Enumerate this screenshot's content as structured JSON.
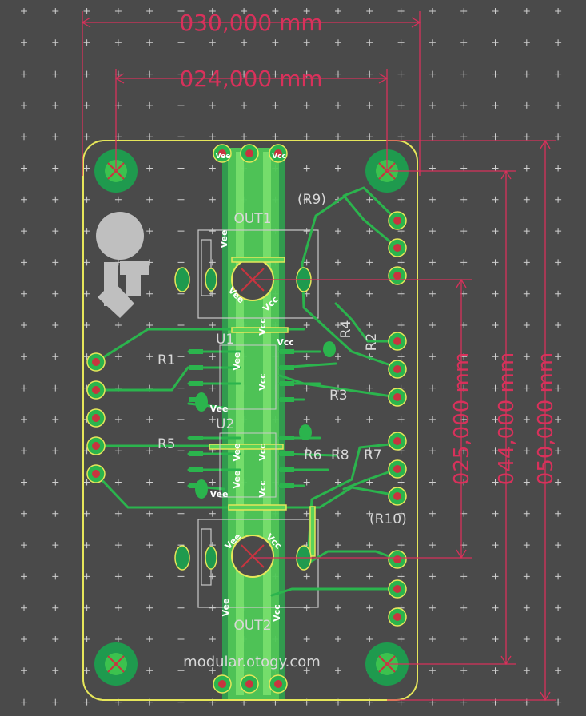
{
  "colors": {
    "background": "#4a4a4a",
    "grid": "#cfcfcf",
    "dimension": "#d8315b",
    "board_outline": "#e6e65a",
    "copper": "#1f9a4e",
    "copper_hi": "#6bde5a",
    "silkscreen": "#d8d8d8",
    "pad_red": "#c8343f",
    "logo": "#bfbfbf"
  },
  "dimensions": {
    "width_outer": "030,000 mm",
    "width_inner": "024,000 mm",
    "height_1": "025,000 mm",
    "height_2": "044,000 mm",
    "height_3": "050,000 mm"
  },
  "labels": {
    "out1": "OUT1",
    "out2": "OUT2",
    "u1": "U1",
    "u2": "U2",
    "r1": "R1",
    "r2": "R2",
    "r3": "R3",
    "r4": "R4",
    "r5": "R5",
    "r6": "R6",
    "r7": "R7",
    "r8": "R8",
    "r9": "(R9)",
    "r10": "(R10)",
    "vee": "Vee",
    "vcc": "Vcc",
    "footer": "modular.otogy.com"
  }
}
